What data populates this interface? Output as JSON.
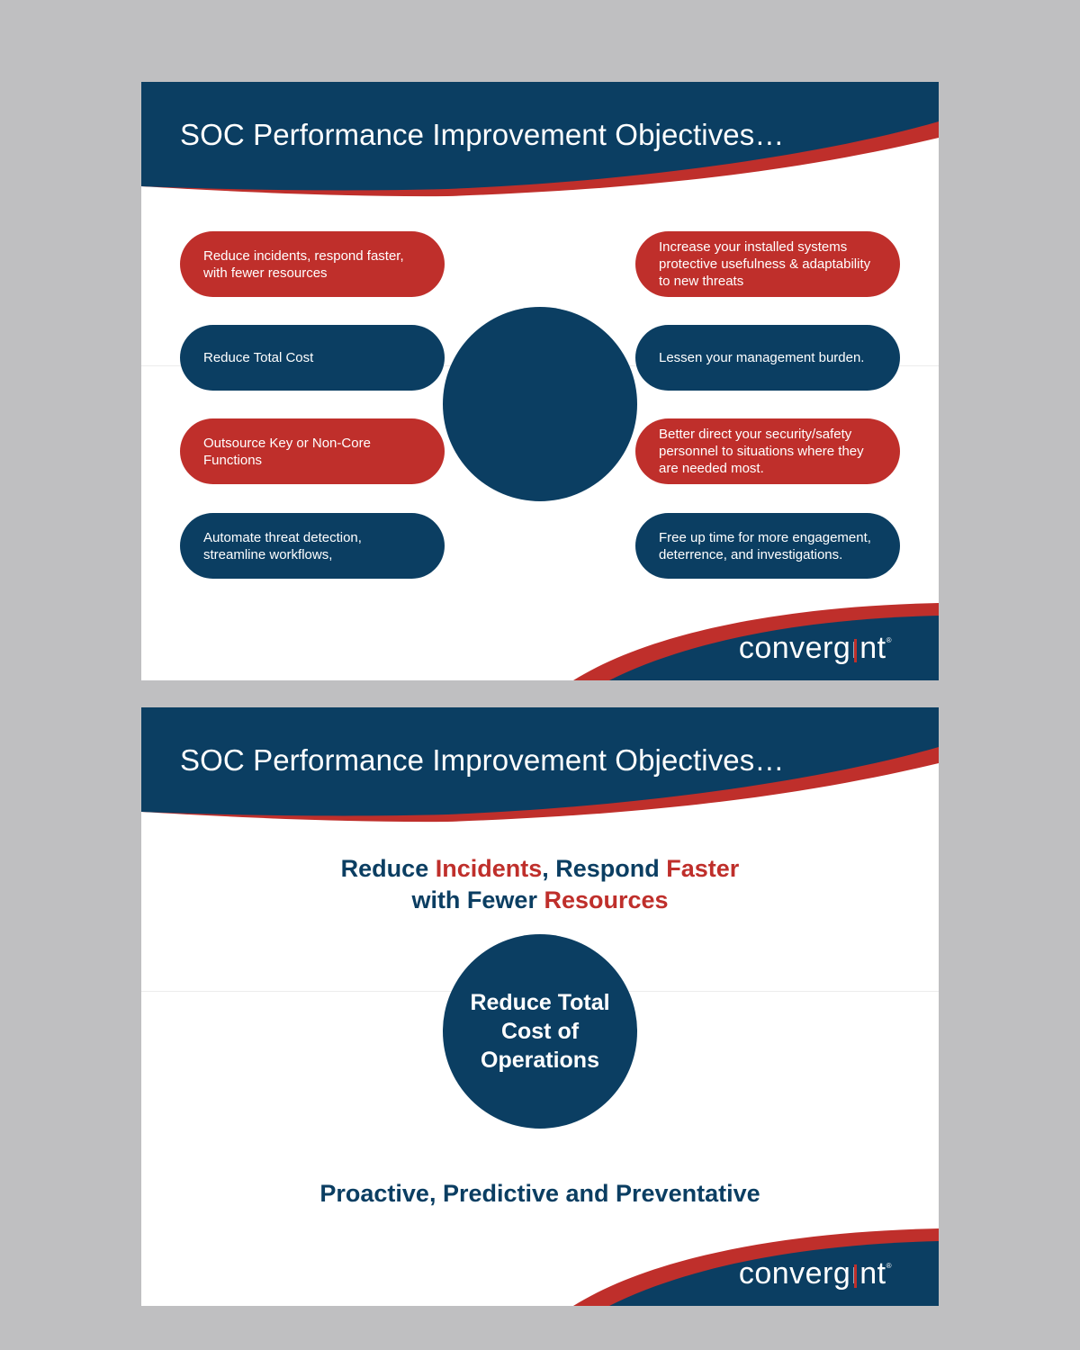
{
  "colors": {
    "navy": "#0b3e62",
    "red": "#bf2f2b",
    "background": "#bfbfc1",
    "slide": "#ffffff"
  },
  "slides": [
    {
      "title": "SOC Performance Improvement Objectives…",
      "left_pills": [
        {
          "text": "Reduce  incidents, respond faster,\nwith fewer resources",
          "color": "red"
        },
        {
          "text": "Reduce Total Cost",
          "color": "navy"
        },
        {
          "text": "Outsource Key or Non-Core\nFunctions",
          "color": "red"
        },
        {
          "text": "Automate threat detection,\nstreamline workflows,",
          "color": "navy"
        }
      ],
      "right_pills": [
        {
          "text": "Increase your installed systems\nprotective usefulness & adaptability\nto new threats",
          "color": "red"
        },
        {
          "text": "Lessen your management burden.",
          "color": "navy"
        },
        {
          "text": "Better direct your security/safety\npersonnel to situations where they\nare needed most.",
          "color": "red"
        },
        {
          "text": "Free up time for more engagement,\ndeterrence, and investigations.",
          "color": "navy"
        }
      ],
      "logo": {
        "pre": "converg",
        "i": "ı",
        "post": "nt",
        "tm": "®"
      }
    },
    {
      "title": "SOC Performance Improvement Objectives…",
      "headline": {
        "line1": [
          {
            "text": "Reduce  ",
            "color": "navy"
          },
          {
            "text": "Incidents",
            "color": "red"
          },
          {
            "text": ", Respond ",
            "color": "navy"
          },
          {
            "text": "Faster",
            "color": "red"
          }
        ],
        "line2": [
          {
            "text": "with Fewer ",
            "color": "navy"
          },
          {
            "text": "Resources",
            "color": "red"
          }
        ]
      },
      "circle_text": "Reduce Total\nCost of\nOperations",
      "tagline": "Proactive, Predictive and Preventative",
      "logo": {
        "pre": "converg",
        "i": "ı",
        "post": "nt",
        "tm": "®"
      }
    }
  ]
}
